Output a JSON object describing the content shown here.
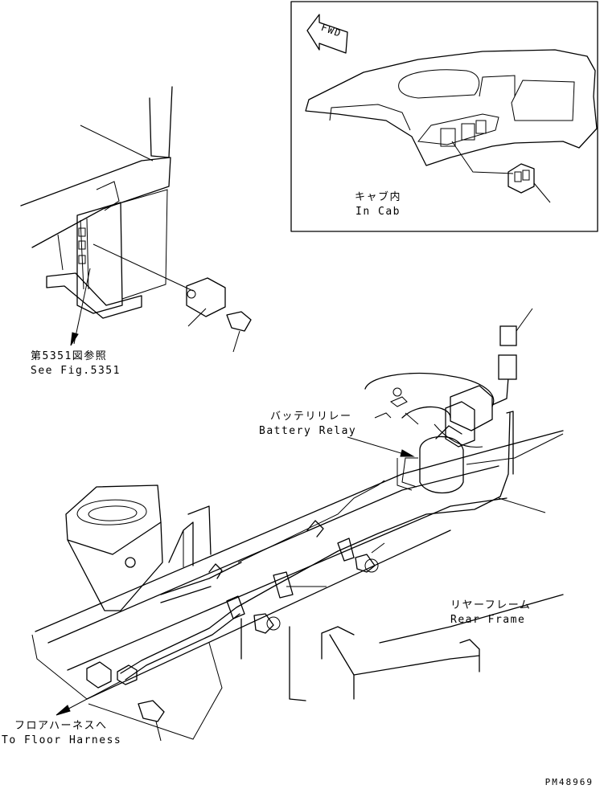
{
  "labels": {
    "fwd": "FWD",
    "in_cab_jp": "キャブ内",
    "in_cab_en": "In Cab",
    "see_fig_jp": "第5351図参照",
    "see_fig_en": "See Fig.5351",
    "battery_relay_jp": "バッテリリレー",
    "battery_relay_en": "Battery Relay",
    "rear_frame_jp": "リヤーフレーム",
    "rear_frame_en": "Rear Frame",
    "floor_harness_jp": "フロアハーネスへ",
    "floor_harness_en": "To Floor Harness",
    "drawing_number": "PM48969"
  }
}
